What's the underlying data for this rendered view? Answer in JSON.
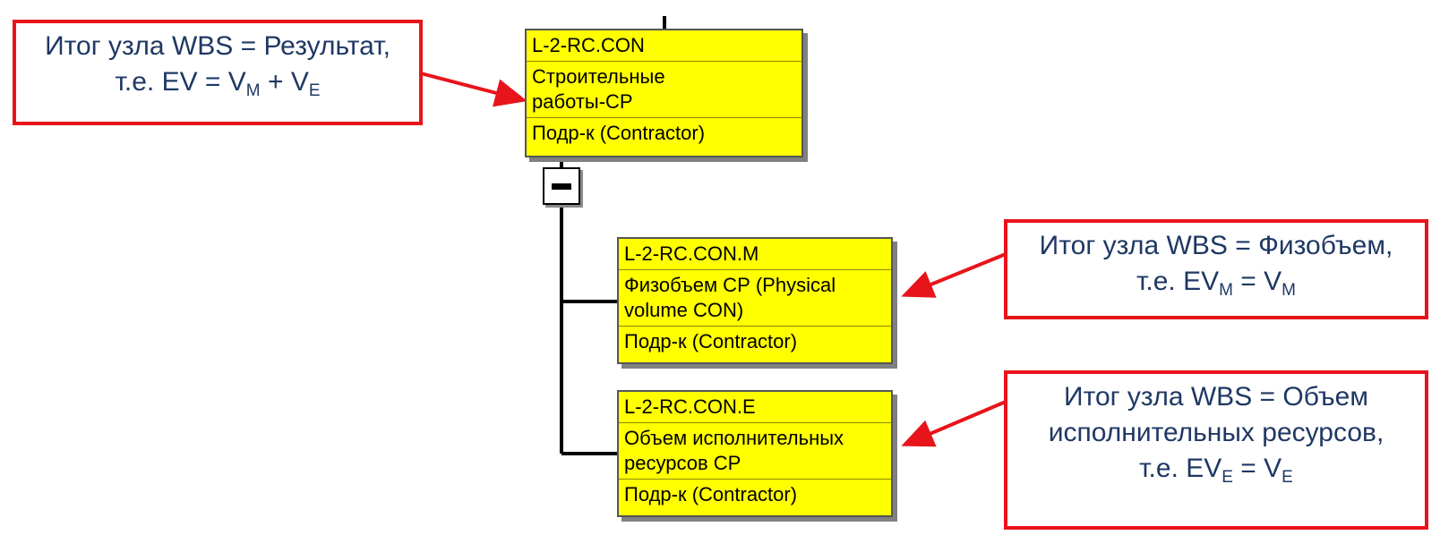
{
  "nodes": [
    {
      "code": "L-2-RC.CON",
      "name": "Строительные\nработы-СР",
      "owner": "Подр-к (Contractor)"
    },
    {
      "code": "L-2-RC.CON.M",
      "name": "Физобъем СР (Physical\nvolume CON)",
      "owner": "Подр-к (Contractor)"
    },
    {
      "code": "L-2-RC.CON.E",
      "name": "Объем исполнительных\nресурсов СР",
      "owner": "Подр-к (Contractor)"
    }
  ],
  "callouts": {
    "top": {
      "line1": "Итог узла WBS = Результат,",
      "line2_prefix": "т.е. EV = V",
      "sub1": "M",
      "line2_mid": " + V",
      "sub2": "E"
    },
    "middle": {
      "line1": "Итог узла WBS = Физобъем,",
      "line2_prefix": "т.е. EV",
      "sub1": "M",
      "line2_mid": " = V",
      "sub2": "M"
    },
    "bottom": {
      "line1": "Итог узла WBS = Объем",
      "line2": "исполнительных ресурсов,",
      "line3_prefix": "т.е. EV",
      "sub1": "E",
      "line3_mid": " = V",
      "sub2": "E"
    }
  },
  "colors": {
    "node_fill": "#ffff00",
    "callout_border": "#e8141b",
    "callout_text": "#1f3864",
    "arrow": "#e8141b"
  },
  "icons": {
    "toggle": "collapse-minus-icon"
  }
}
